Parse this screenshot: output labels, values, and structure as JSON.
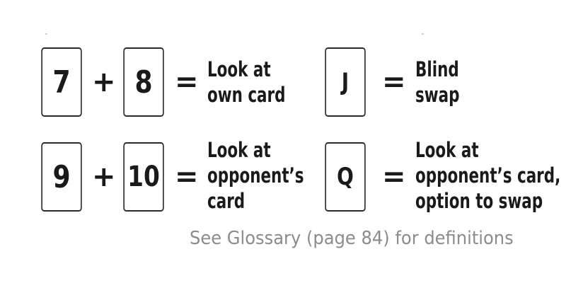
{
  "rules": [
    {
      "cards": [
        "7",
        "8"
      ],
      "plus": "+",
      "equals": "=",
      "description": [
        "Look at",
        "own card"
      ]
    },
    {
      "cards": [
        "J"
      ],
      "equals": "=",
      "description": [
        "Blind",
        "swap"
      ]
    },
    {
      "cards": [
        "9",
        "10"
      ],
      "plus": "+",
      "equals": "=",
      "description": [
        "Look at",
        "opponent’s",
        "card"
      ]
    },
    {
      "cards": [
        "Q"
      ],
      "equals": "=",
      "description": [
        "Look at",
        "opponent’s card,",
        "option to swap"
      ]
    }
  ],
  "footnote": "See Glossary (page 84) for definitions"
}
